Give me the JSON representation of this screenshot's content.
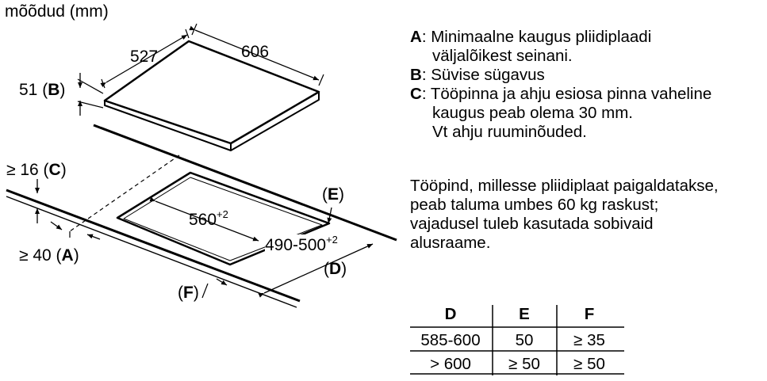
{
  "units": "mõõdud (mm)",
  "dimensions": {
    "depth_527": "527",
    "width_606": "606",
    "height_51": "51",
    "height_B": "B",
    "cutout_width": "560",
    "cutout_width_tol": "+2",
    "cutout_depth": "490-500",
    "cutout_depth_tol": "+2",
    "min_16": "≥ 16",
    "min_16_letter": "C",
    "min_40": "≥ 40",
    "min_40_letter": "A",
    "E_letter": "E",
    "D_letter": "D",
    "F_letter": "F"
  },
  "legend": {
    "A_key": "A",
    "A_line1": ": Minimaalne kaugus pliidiplaadi",
    "A_line2": "väljalõikest seinani.",
    "B_key": "B",
    "B_line1": ": Süvise sügavus",
    "C_key": "C",
    "C_line1": ": Tööpinna ja ahju esiosa pinna vaheline",
    "C_line2": "kaugus peab olema 30 mm.",
    "C_line3": "Vt ahju ruuminõuded."
  },
  "note": {
    "line1": "Tööpind, millesse pliidiplaat paigaldatakse,",
    "line2": "peab taluma umbes 60 kg raskust;",
    "line3": "vajadusel tuleb kasutada sobivaid",
    "line4": "alusraame."
  },
  "table": {
    "headers": [
      "D",
      "E",
      "F"
    ],
    "rows": [
      [
        "585-600",
        "50",
        "≥ 35"
      ],
      [
        "> 600",
        "≥ 50",
        "≥ 50"
      ]
    ]
  }
}
